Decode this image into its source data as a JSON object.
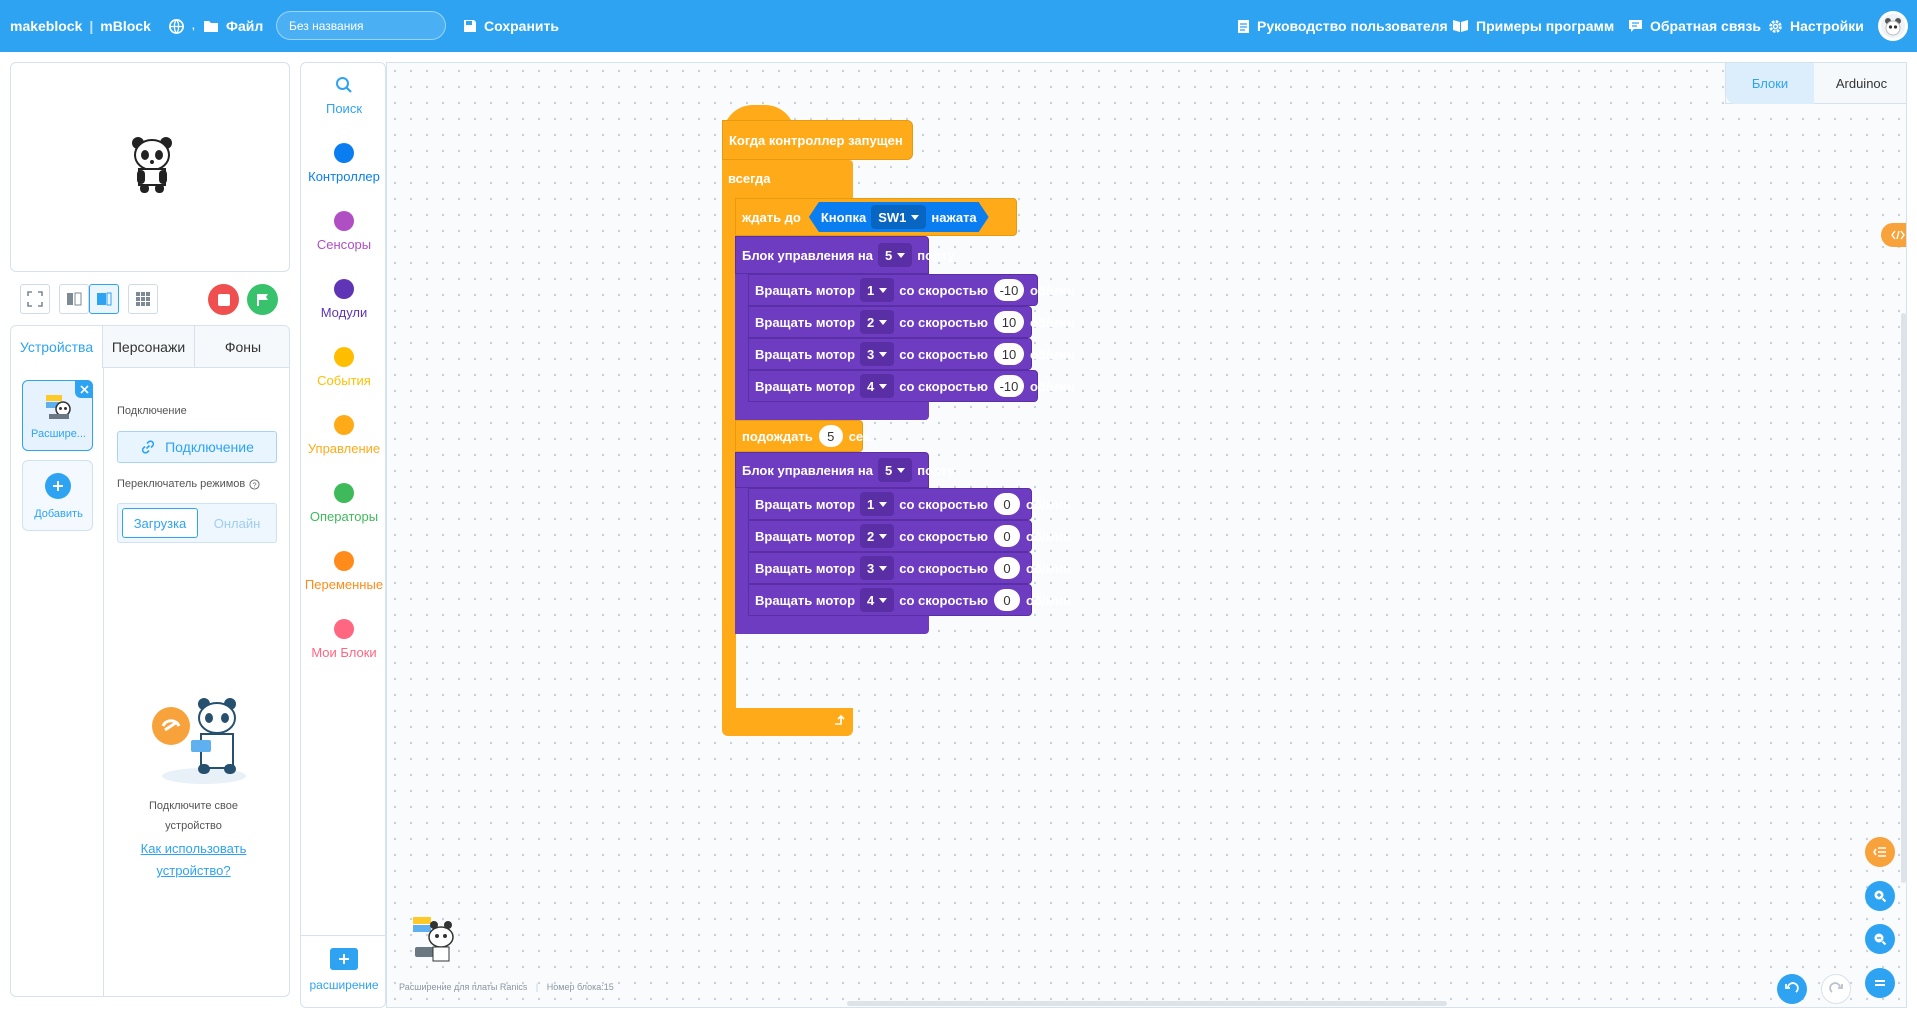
{
  "app": {
    "logo": "makeblock",
    "product": "mBlock"
  },
  "topbar": {
    "file_label": "Файл",
    "project_name": "Без названия",
    "save_label": "Сохранить",
    "guide_label": "Руководство пользователя",
    "examples_label": "Примеры программ",
    "feedback_label": "Обратная связь",
    "settings_label": "Настройки"
  },
  "stage": {
    "view_modes": [
      "fullscreen",
      "small-stage",
      "large-stage",
      "grid"
    ],
    "active_view": "large-stage"
  },
  "devices_panel": {
    "tabs": [
      "Устройства",
      "Персонажи",
      "Фоны"
    ],
    "active_tab": "Устройства",
    "device_name": "Расшире...",
    "add_label": "Добавить",
    "connection_heading": "Подключение",
    "connect_button": "Подключение",
    "mode_switch_label": "Переключатель режимов",
    "mode_upload": "Загрузка",
    "mode_live": "Онлайн",
    "hint_line1": "Подключите свое",
    "hint_line2": "устройство",
    "help_link_line1": "Как использовать",
    "help_link_line2": "устройство?"
  },
  "palette": {
    "categories": [
      {
        "label": "Поиск",
        "color": "#2ea3f2"
      },
      {
        "label": "Контроллер",
        "color": "#0a7ef0"
      },
      {
        "label": "Сенсоры",
        "color": "#b04fc4"
      },
      {
        "label": "Модули",
        "color": "#5f34b5"
      },
      {
        "label": "События",
        "color": "#ffbf00"
      },
      {
        "label": "Управление",
        "color": "#ffab19"
      },
      {
        "label": "Операторы",
        "color": "#3fba5a"
      },
      {
        "label": "Переменные",
        "color": "#ff8c1a"
      },
      {
        "label": "Мои Блоки",
        "color": "#ff6680"
      }
    ],
    "extension_label": "расширение"
  },
  "code_tabs": {
    "blocks_label": "Блоки",
    "code_label": "Arduinoc",
    "active": "Блоки"
  },
  "script": {
    "hat": "Когда контроллер запущен",
    "forever": "всегда",
    "wait_until": "ждать до",
    "button_label": "Кнопка",
    "button_value": "SW1",
    "pressed": "нажата",
    "controller_prefix": "Блок управления на",
    "controller_suffix": "порту",
    "port_value": "5",
    "motor_label": "Вращать мотор",
    "speed_label": "со скоростью",
    "unit": "об/мин",
    "wait_label": "подождать",
    "wait_value": "5",
    "wait_unit": "сек.",
    "group1": [
      {
        "motor": "1",
        "speed": "-10"
      },
      {
        "motor": "2",
        "speed": "10"
      },
      {
        "motor": "3",
        "speed": "10"
      },
      {
        "motor": "4",
        "speed": "-10"
      }
    ],
    "group2": [
      {
        "motor": "1",
        "speed": "0"
      },
      {
        "motor": "2",
        "speed": "0"
      },
      {
        "motor": "3",
        "speed": "0"
      },
      {
        "motor": "4",
        "speed": "0"
      }
    ]
  },
  "footer": {
    "extension_info": "Расширение для платы Ranics",
    "block_count": "Номер блока:15"
  },
  "colors": {
    "brand": "#2ea3f2",
    "control": "#ffab19",
    "module": "#6e3cc1",
    "accent": "#f7a23b"
  }
}
